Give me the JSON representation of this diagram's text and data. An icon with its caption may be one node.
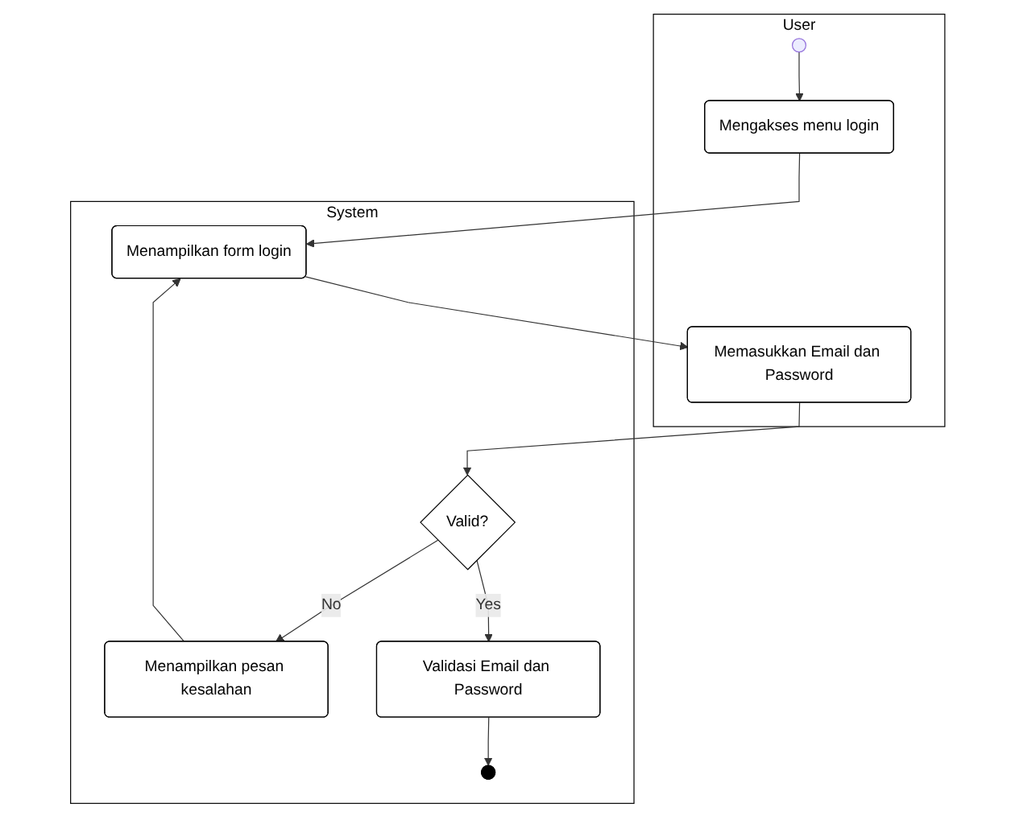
{
  "diagram": {
    "nodes": [
      {
        "text": [
          "User"
        ]
      },
      {
        "text": [
          "System"
        ]
      },
      {
        "text": [],
        "shape": "circle",
        "in": 0
      },
      {
        "text": [
          "Mengakses menu login"
        ],
        "in": 0
      },
      {
        "text": [
          "Menampilkan form login"
        ],
        "in": 1
      },
      {
        "text": [
          "Memasukkan Email dan Password"
        ],
        "in": 0
      },
      {
        "text": [
          "Valid?"
        ],
        "in": 1
      },
      {
        "text": [
          "Menampilkan pesan kesalahan"
        ],
        "in": 1
      },
      {
        "text": [
          "Validasi Email dan Password"
        ],
        "in": 1
      },
      {
        "text": [],
        "shape": "circle",
        "in": 1
      }
    ],
    "edges": [
      {
        "from": 2,
        "to": 3,
        "arrow": "to"
      },
      {
        "from": 3,
        "to": 4,
        "arrow": "to"
      },
      {
        "from": 4,
        "to": 5,
        "arrow": "to"
      },
      {
        "from": 5,
        "to": 6,
        "arrow": "to"
      },
      {
        "from": 6,
        "to": 7,
        "arrow": "to",
        "label": "No"
      },
      {
        "from": 7,
        "to": 4,
        "arrow": "to"
      },
      {
        "from": 6,
        "to": 8,
        "arrow": "to",
        "label": "Yes"
      },
      {
        "from": 8,
        "to": 9,
        "arrow": "to"
      }
    ]
  }
}
